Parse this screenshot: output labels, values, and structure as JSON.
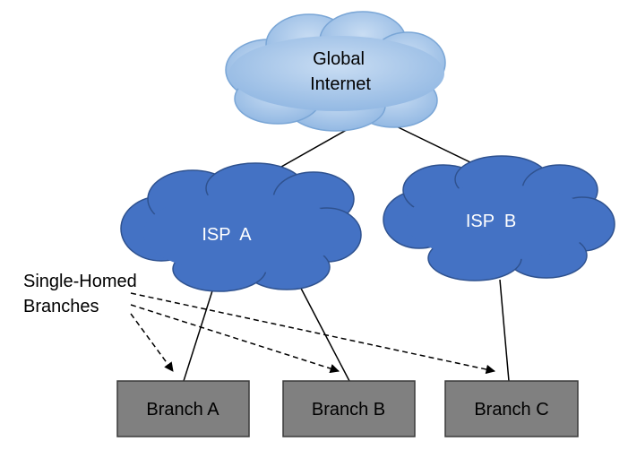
{
  "clouds": {
    "internet": {
      "line1": "Global",
      "line2": "Internet",
      "fill": "#a8c8ea",
      "stroke": "#7aa6d6"
    },
    "isp_a": {
      "label": "ISP  A",
      "fill": "#4472c4",
      "stroke": "#2f528f"
    },
    "isp_b": {
      "label": "ISP  B",
      "fill": "#4472c4",
      "stroke": "#2f528f"
    }
  },
  "annotation": {
    "line1": "Single-Homed",
    "line2": "Branches"
  },
  "branches": [
    {
      "label": "Branch A"
    },
    {
      "label": "Branch B"
    },
    {
      "label": "Branch C"
    }
  ],
  "colors": {
    "branch_fill": "#808080",
    "branch_stroke": "#3a3a3a",
    "line": "#000000"
  }
}
